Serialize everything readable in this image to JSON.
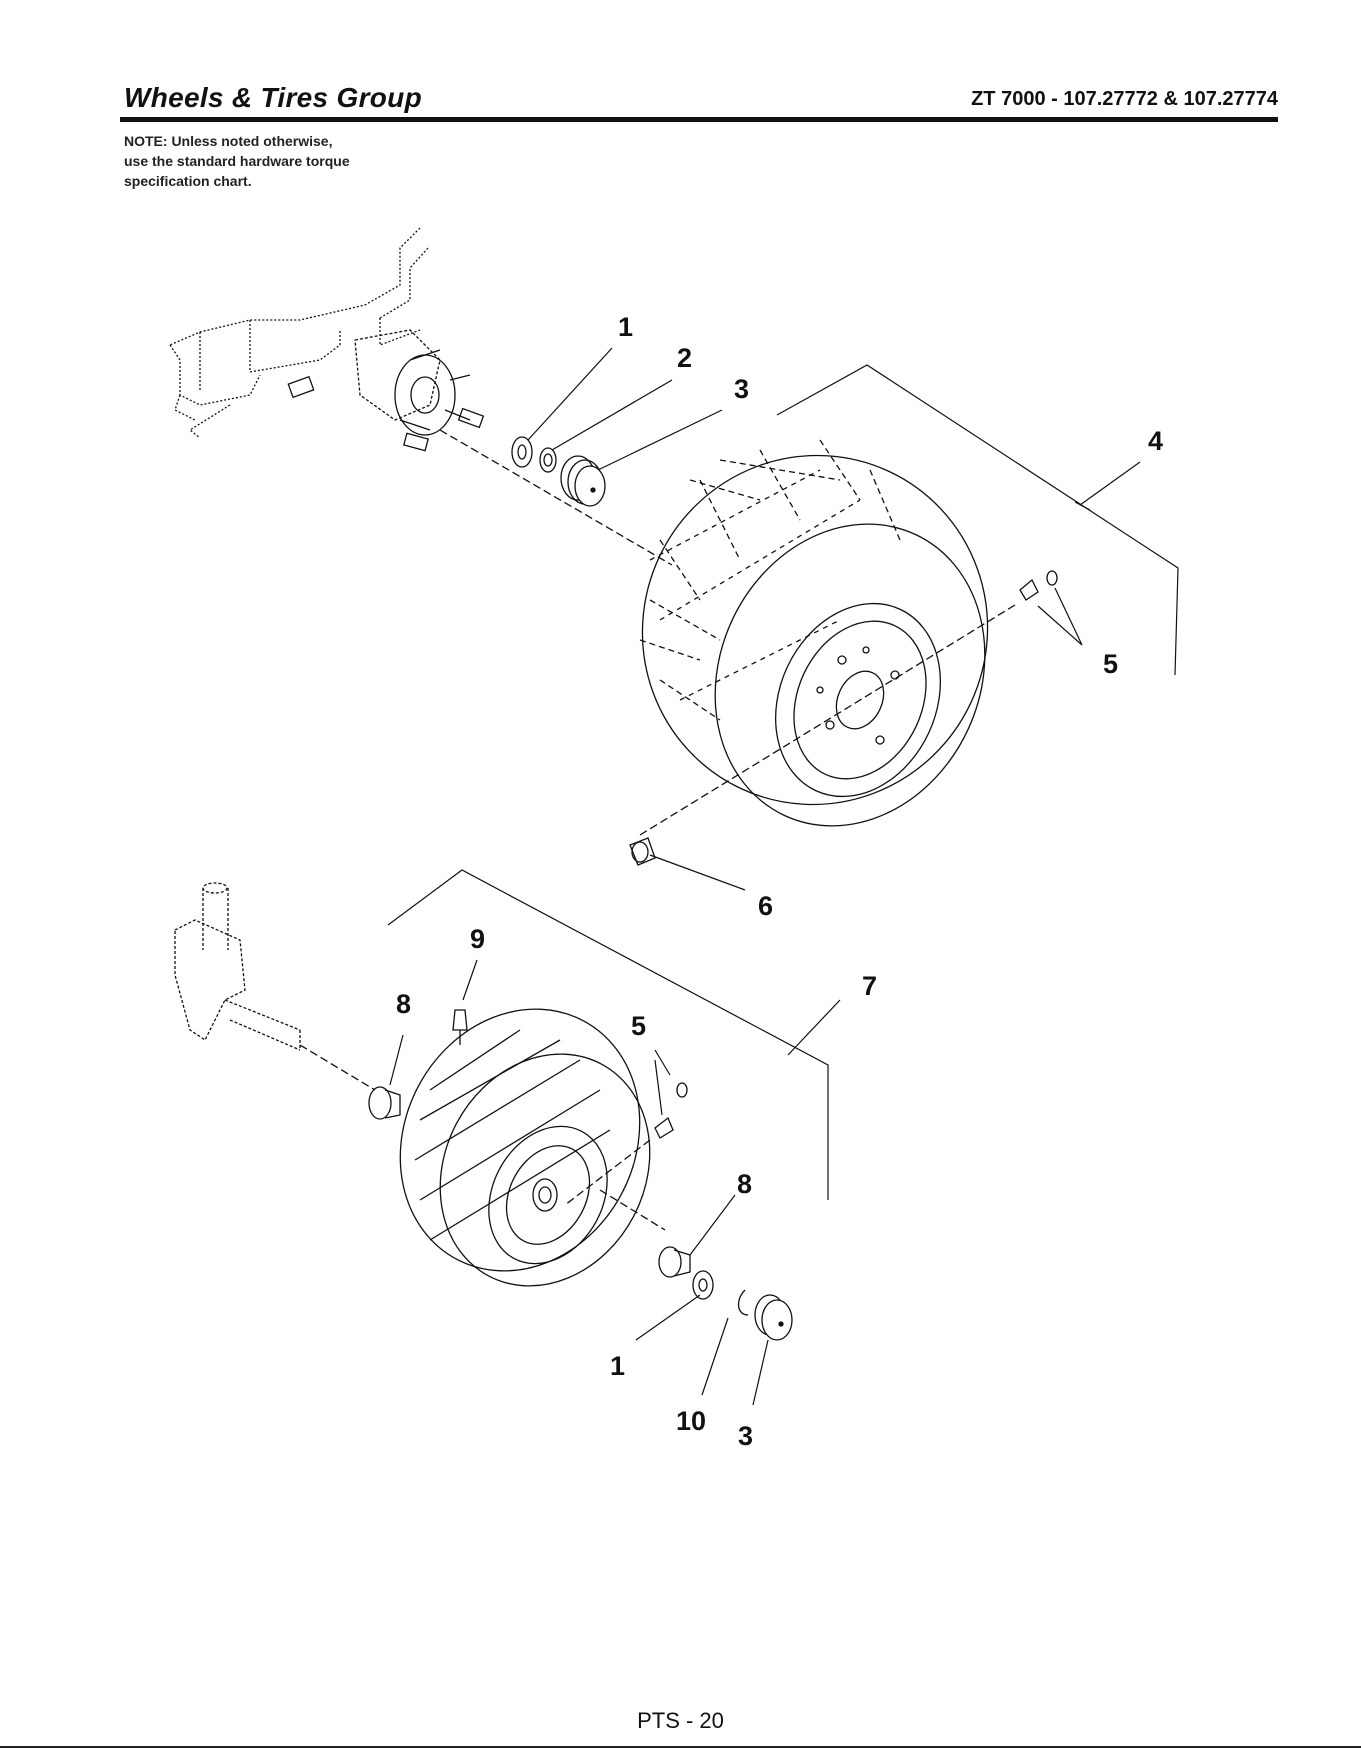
{
  "header": {
    "title": "Wheels & Tires Group",
    "model": "ZT 7000 - 107.27772 & 107.27774"
  },
  "note": {
    "lines": [
      "NOTE: Unless noted otherwise,",
      "use the standard hardware torque",
      "specification chart."
    ]
  },
  "callouts": {
    "rear_1": "1",
    "rear_2": "2",
    "rear_3": "3",
    "rear_4": "4",
    "rear_5": "5",
    "rear_6": "6",
    "front_9": "9",
    "front_8a": "8",
    "front_5": "5",
    "front_7": "7",
    "front_8b": "8",
    "front_1": "1",
    "front_10": "10",
    "front_3": "3"
  },
  "footer": {
    "page": "PTS - 20"
  },
  "colors": {
    "ink": "#111111",
    "paper": "#ffffff"
  }
}
